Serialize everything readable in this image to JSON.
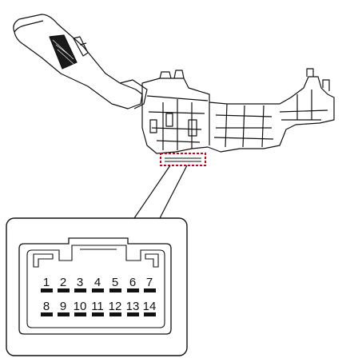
{
  "connector": {
    "pins_row1": [
      "1",
      "2",
      "3",
      "4",
      "5",
      "6",
      "7"
    ],
    "pins_row2": [
      "8",
      "9",
      "10",
      "11",
      "12",
      "13",
      "14"
    ]
  },
  "colors": {
    "line": "#111111",
    "highlight": "#d0021b"
  }
}
